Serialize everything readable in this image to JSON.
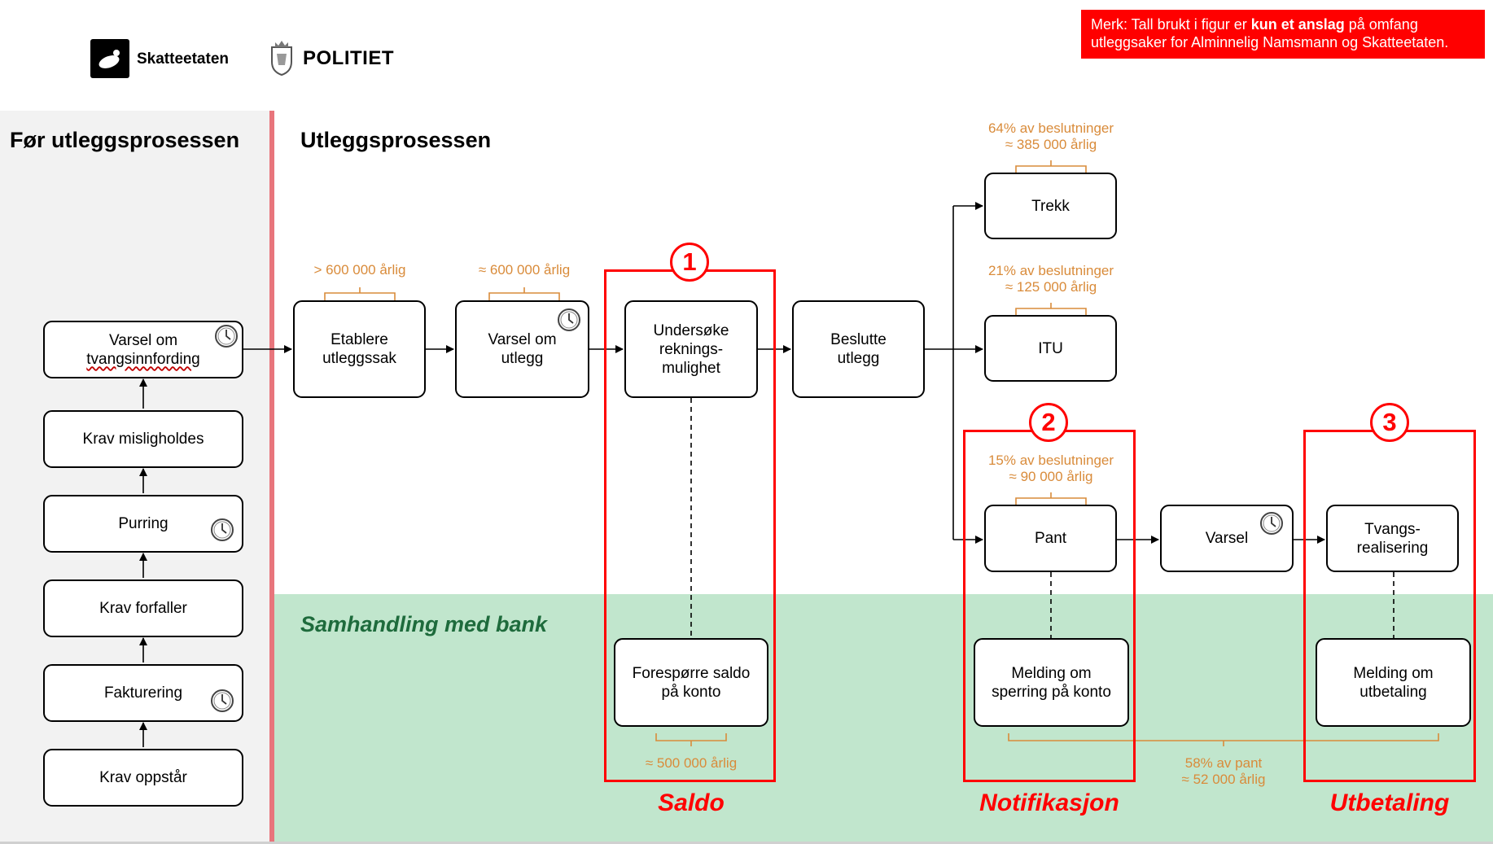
{
  "note": {
    "prefix": "Merk: Tall brukt i figur er ",
    "bold": "kun et anslag",
    "suffix": " på omfang utleggsaker for Alminnelig Namsmann og Skatteetaten."
  },
  "logos": {
    "skatteetaten": "Skatteetaten",
    "politiet": "POLITIET"
  },
  "sections": {
    "before": "Før utleggsprosessen",
    "process": "Utleggsprosessen",
    "bank": "Samhandling med bank"
  },
  "icons": {
    "clock": "clock-icon",
    "skatteetaten_logo": "skatteetaten-logo",
    "politiet_crest": "politiet-crest"
  },
  "colors": {
    "accent_red": "#ff0000",
    "divider": "#e8757c",
    "bank_area": "#c1e6cd",
    "bank_title": "#1e6b3c",
    "annotation": "#d98b3a"
  },
  "before_steps": {
    "varsel_tvang": {
      "line1": "Varsel om",
      "line2": "tvangsinnfording"
    },
    "misligholdes": "Krav misligholdes",
    "purring": "Purring",
    "forfaller": "Krav forfaller",
    "fakturering": "Fakturering",
    "oppstar": "Krav oppstår"
  },
  "process_steps": {
    "etablere": "Etablere\nutleggssak",
    "varsel_utlegg": "Varsel om\nutlegg",
    "undersoke": "Undersøke\nreknings-\nmulighet",
    "beslutte": "Beslutte\nutlegg",
    "trekk": "Trekk",
    "itu": "ITU",
    "pant": "Pant",
    "varsel": "Varsel",
    "tvangsrealisering": "Tvangs-\nrealisering"
  },
  "bank_steps": {
    "foresporre": "Forespørre saldo\npå konto",
    "melding_sperring": "Melding om\nsperring på konto",
    "melding_utbetaling": "Melding om\nutbetaling"
  },
  "annotations": {
    "etablere": "> 600 000 årlig",
    "varsel_utlegg": "≈ 600 000 årlig",
    "trekk": "64% av beslutninger\n≈ 385 000 årlig",
    "itu": "21% av beslutninger\n≈ 125 000 årlig",
    "pant": "15% av beslutninger\n≈ 90 000 årlig",
    "saldo": "≈ 500 000 årlig",
    "pant_share": "58% av pant\n≈ 52 000 årlig"
  },
  "highlights": [
    {
      "number": "1",
      "category": "Saldo"
    },
    {
      "number": "2",
      "category": "Notifikasjon"
    },
    {
      "number": "3",
      "category": "Utbetaling"
    }
  ]
}
